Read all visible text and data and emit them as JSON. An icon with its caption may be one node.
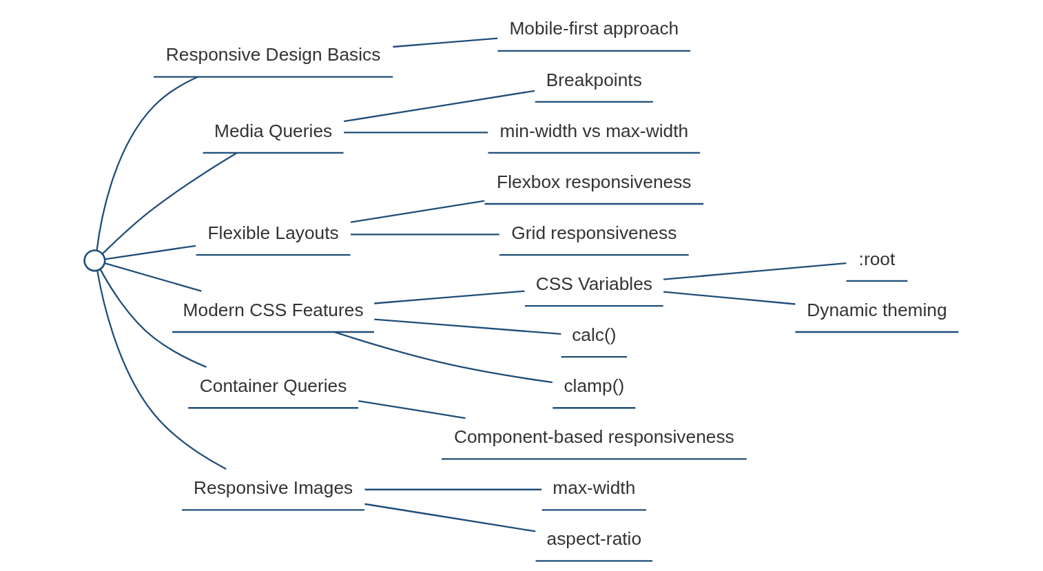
{
  "diagram": {
    "nodes": [
      {
        "text": [],
        "shape": "circle"
      },
      {
        "text": [
          "Responsive Design Basics"
        ]
      },
      {
        "text": [
          "Mobile-first approach"
        ]
      },
      {
        "text": [
          "Media Queries"
        ]
      },
      {
        "text": [
          "Breakpoints"
        ]
      },
      {
        "text": [
          "min-width vs max-width"
        ]
      },
      {
        "text": [
          "Flexible Layouts"
        ]
      },
      {
        "text": [
          "Flexbox responsiveness"
        ]
      },
      {
        "text": [
          "Grid responsiveness"
        ]
      },
      {
        "text": [
          "Modern CSS Features"
        ]
      },
      {
        "text": [
          "CSS Variables"
        ]
      },
      {
        "text": [
          ":root"
        ]
      },
      {
        "text": [
          "Dynamic theming"
        ]
      },
      {
        "text": [
          "calc()"
        ]
      },
      {
        "text": [
          "clamp()"
        ]
      },
      {
        "text": [
          "Container Queries"
        ]
      },
      {
        "text": [
          "Component-based responsiveness"
        ]
      },
      {
        "text": [
          "Responsive Images"
        ]
      },
      {
        "text": [
          "max-width"
        ]
      },
      {
        "text": [
          "aspect-ratio"
        ]
      }
    ],
    "edges": [
      {
        "from": 0,
        "to": 1,
        "arrow": "none"
      },
      {
        "from": 1,
        "to": 2,
        "arrow": "none"
      },
      {
        "from": 0,
        "to": 3,
        "arrow": "none"
      },
      {
        "from": 3,
        "to": 4,
        "arrow": "none"
      },
      {
        "from": 3,
        "to": 5,
        "arrow": "none"
      },
      {
        "from": 0,
        "to": 6,
        "arrow": "none"
      },
      {
        "from": 6,
        "to": 7,
        "arrow": "none"
      },
      {
        "from": 6,
        "to": 8,
        "arrow": "none"
      },
      {
        "from": 0,
        "to": 9,
        "arrow": "none"
      },
      {
        "from": 9,
        "to": 10,
        "arrow": "none"
      },
      {
        "from": 10,
        "to": 11,
        "arrow": "none"
      },
      {
        "from": 10,
        "to": 12,
        "arrow": "none"
      },
      {
        "from": 9,
        "to": 13,
        "arrow": "none"
      },
      {
        "from": 9,
        "to": 14,
        "arrow": "none"
      },
      {
        "from": 0,
        "to": 15,
        "arrow": "none"
      },
      {
        "from": 15,
        "to": 16,
        "arrow": "none"
      },
      {
        "from": 0,
        "to": 17,
        "arrow": "none"
      },
      {
        "from": 17,
        "to": 18,
        "arrow": "none"
      },
      {
        "from": 17,
        "to": 19,
        "arrow": "none"
      }
    ]
  }
}
